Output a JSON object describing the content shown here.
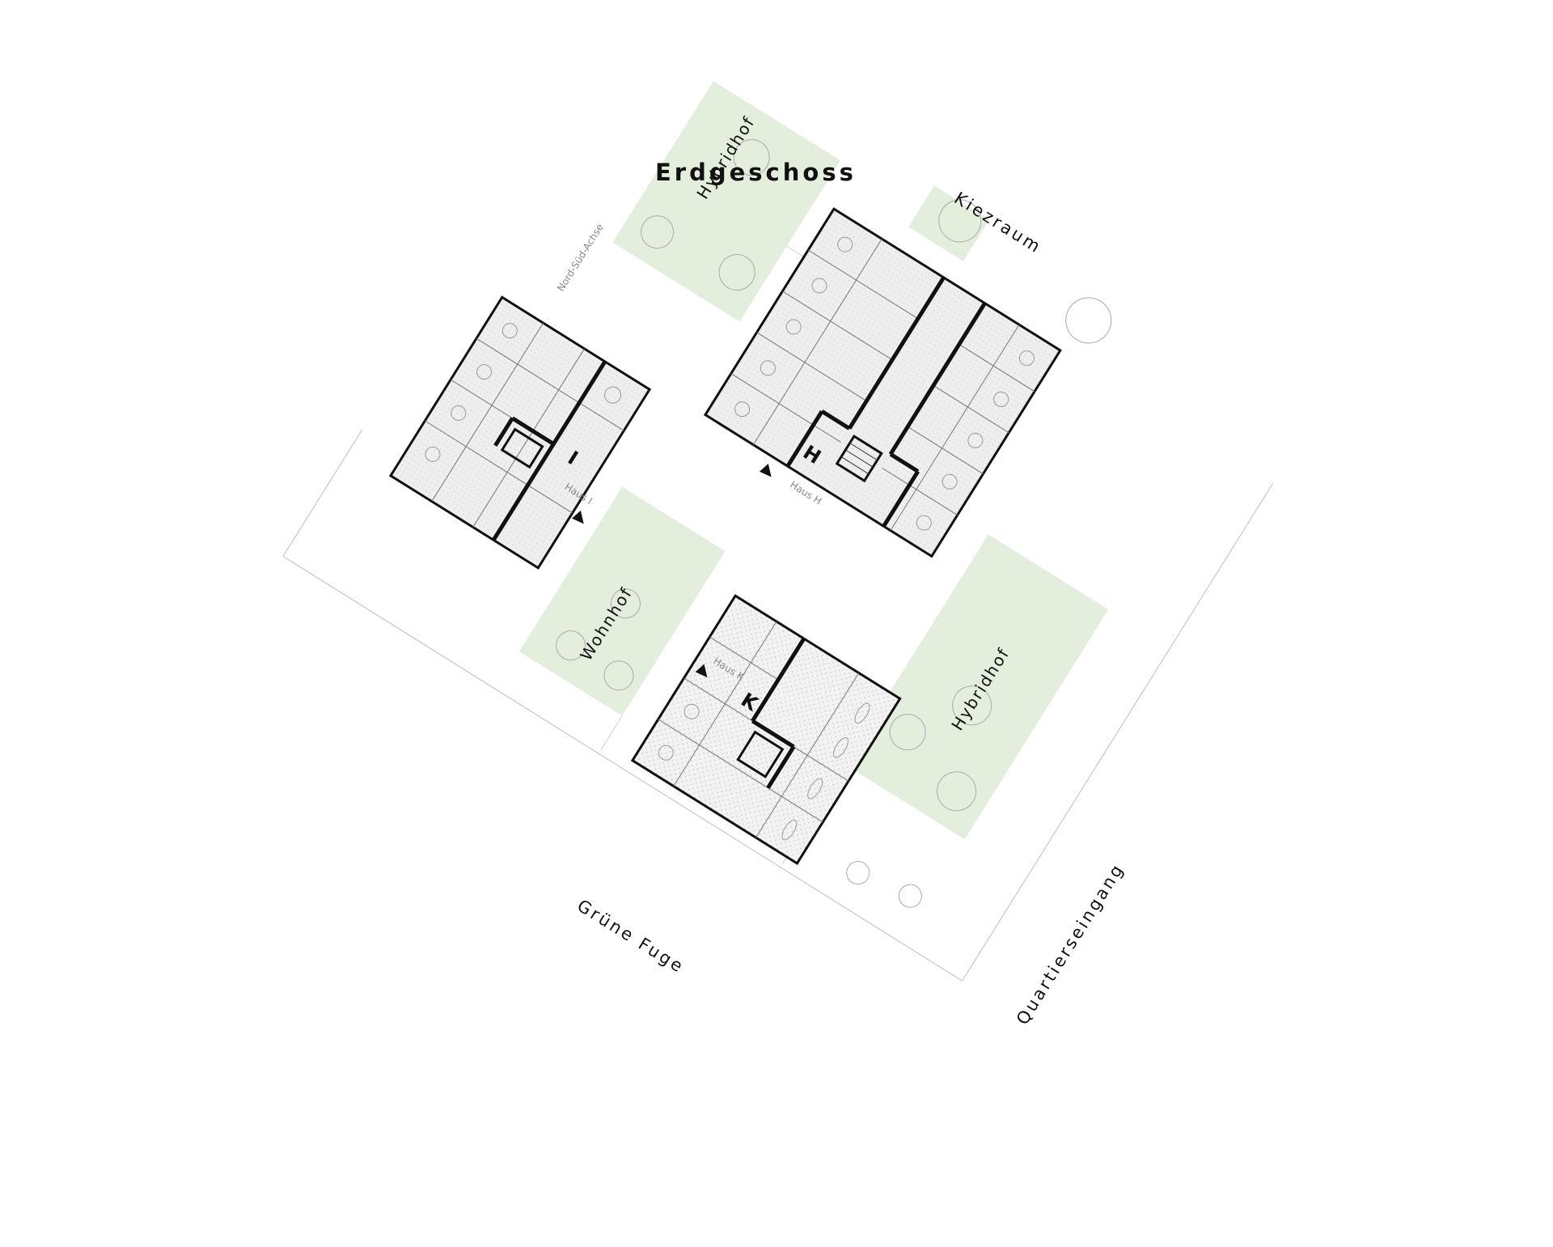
{
  "title": "Erdgeschoss",
  "places": {
    "kiezraum": "Kiezraum",
    "hybridhof_west": "Hybridhof",
    "hybridhof_east": "Hybridhof",
    "wohnhof": "Wohnhof",
    "gruene_fuge": "Grüne Fuge",
    "quartierseingang": "Quartierseingang",
    "nord_sued_achse": "Nord-Süd-Achse"
  },
  "houses": {
    "h": "H",
    "i": "I",
    "k": "K"
  },
  "entrances": {
    "haus_h": "Haus H",
    "haus_i": "Haus I",
    "haus_k": "Haus K"
  },
  "colors": {
    "green": "#e3eedc",
    "wall": "#111111",
    "room": "#ececec",
    "line": "#9a9a9a"
  }
}
